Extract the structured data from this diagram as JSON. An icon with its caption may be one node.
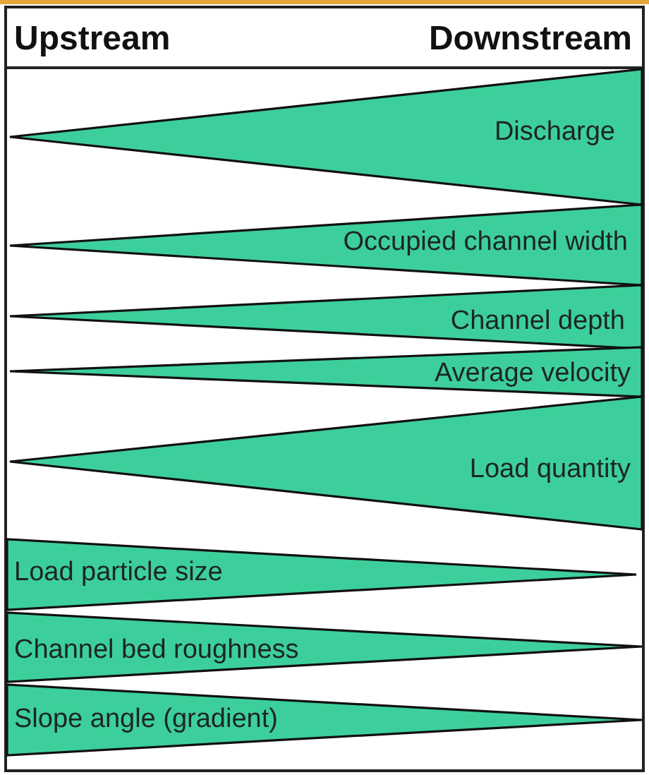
{
  "diagram": {
    "nodes": [
      {
        "text": [
          "Discharge"
        ]
      },
      {
        "text": [
          "Occupied channel width"
        ]
      },
      {
        "text": [
          "Channel depth"
        ]
      },
      {
        "text": [
          "Average velocity"
        ]
      },
      {
        "text": [
          "Load quantity"
        ]
      },
      {
        "text": [
          "Load particle size"
        ]
      },
      {
        "text": [
          "Channel bed roughness"
        ]
      },
      {
        "text": [
          "Slope angle (gradient)"
        ]
      }
    ],
    "labels": [
      "Upstream",
      "Downstream"
    ]
  }
}
